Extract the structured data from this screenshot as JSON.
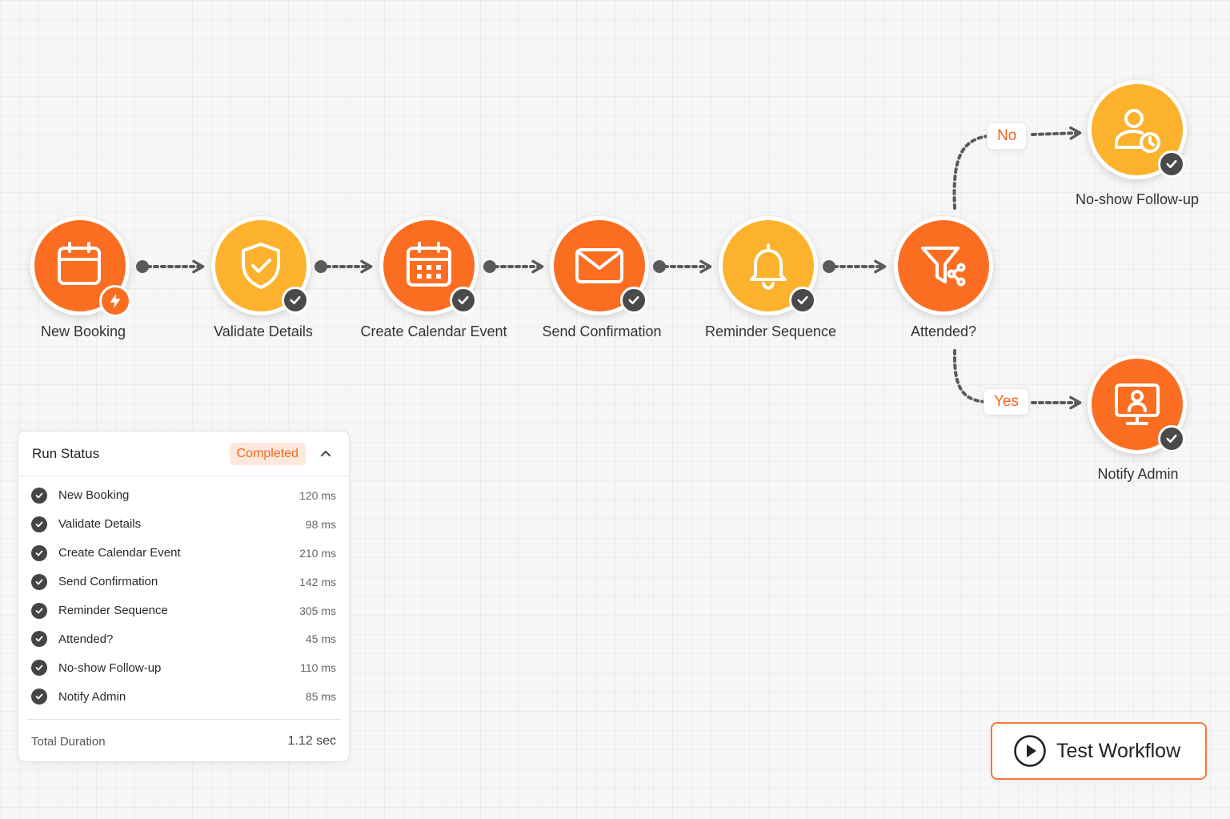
{
  "workflow": {
    "nodes": [
      {
        "label": "New Booking",
        "icon": "calendar-bolt-icon"
      },
      {
        "label": "Validate Details",
        "icon": "shield-check-icon"
      },
      {
        "label": "Create Calendar Event",
        "icon": "calendar-grid-icon"
      },
      {
        "label": "Send Confirmation",
        "icon": "envelope-icon"
      },
      {
        "label": "Reminder Sequence",
        "icon": "bell-icon"
      },
      {
        "label": "Attended?",
        "icon": "filter-branch-icon"
      },
      {
        "label": "No-show Follow-up",
        "icon": "user-clock-icon"
      },
      {
        "label": "Notify Admin",
        "icon": "monitor-user-icon"
      }
    ],
    "branches": {
      "no": "No",
      "yes": "Yes"
    },
    "colors": {
      "orange": "#fb6e22",
      "amber": "#fcb22d",
      "connector": "#5a5a5a",
      "badge": "#4a4a4a"
    }
  },
  "run_status": {
    "title": "Run Status",
    "status": "Completed",
    "steps": [
      {
        "name": "New Booking",
        "duration": "120 ms"
      },
      {
        "name": "Validate Details",
        "duration": "98 ms"
      },
      {
        "name": "Create Calendar Event",
        "duration": "210 ms"
      },
      {
        "name": "Send Confirmation",
        "duration": "142 ms"
      },
      {
        "name": "Reminder Sequence",
        "duration": "305 ms"
      },
      {
        "name": "Attended?",
        "duration": "45 ms"
      },
      {
        "name": "No-show Follow-up",
        "duration": "110 ms"
      },
      {
        "name": "Notify Admin",
        "duration": "85 ms"
      }
    ],
    "total_label": "Total Duration",
    "total_value": "1.12 sec"
  },
  "actions": {
    "test_workflow": "Test Workflow"
  }
}
